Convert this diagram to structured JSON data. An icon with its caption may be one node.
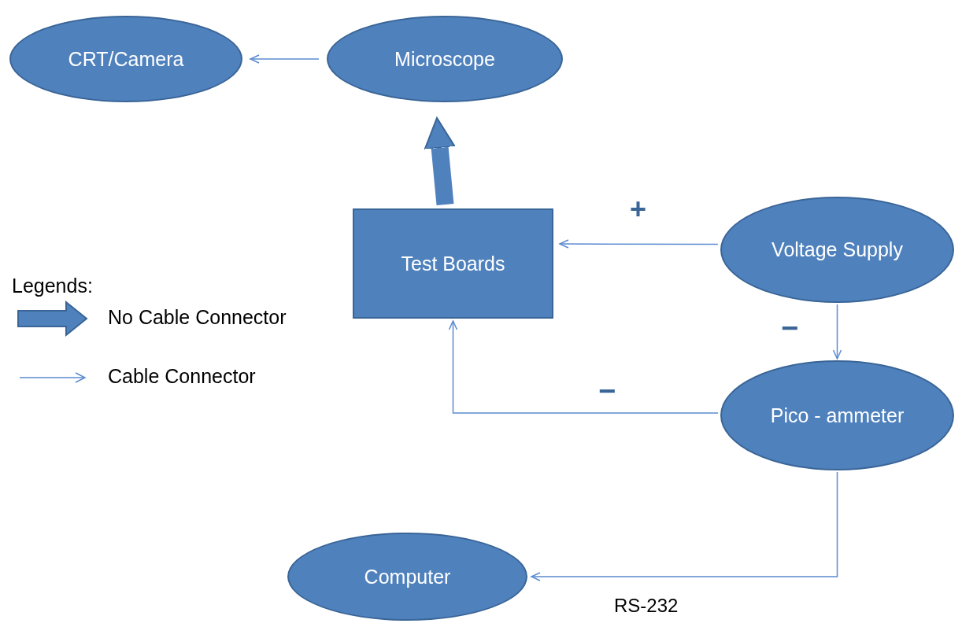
{
  "diagram": {
    "nodes": [
      {
        "text": [
          "CRT/Camera"
        ]
      },
      {
        "text": [
          "Microscope"
        ]
      },
      {
        "text": [
          "Test Boards"
        ]
      },
      {
        "text": [
          "Voltage Supply"
        ]
      },
      {
        "text": [
          "Pico - ammeter"
        ]
      },
      {
        "text": [
          "Computer"
        ]
      }
    ],
    "edges": [
      {
        "from": 1,
        "to": 0,
        "arrow": "to"
      },
      {
        "from": 2,
        "to": 1,
        "arrow": "to",
        "style": "thick"
      },
      {
        "from": 3,
        "to": 2,
        "arrow": "to",
        "label": "+"
      },
      {
        "from": 3,
        "to": 4,
        "arrow": "to",
        "label": "−"
      },
      {
        "from": 4,
        "to": 2,
        "arrow": "to",
        "label": "−"
      },
      {
        "from": 4,
        "to": 5,
        "arrow": "to",
        "label": "RS-232"
      }
    ],
    "labels": [
      "Legends:"
    ],
    "legend": [
      {
        "text": "No Cable Connector"
      },
      {
        "text": "Cable Connector"
      }
    ]
  }
}
